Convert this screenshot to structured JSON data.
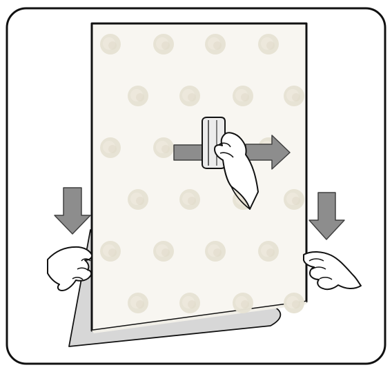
{
  "illustration": {
    "subject": "wallpaper-application-instructions",
    "icons": [
      "backing-sheet-icon",
      "wallpaper-sheet-icon",
      "squeegee-icon",
      "right-arrow-icon",
      "down-arrow-icon",
      "hand-icon"
    ]
  },
  "colors": {
    "outline": "#111111",
    "frame_stroke": "#111111",
    "paper_fill": "#f8f6f1",
    "dot_fill": "#e7e2d4",
    "backing_fill": "#d7d7d7",
    "arrow_fill": "#8d8d8d",
    "arrow_stroke": "#404040",
    "hand_fill": "#ffffff"
  },
  "pattern": {
    "type": "polka-dot",
    "rows": 6,
    "dots_per_row": [
      4,
      4,
      4,
      4,
      4,
      4
    ]
  }
}
